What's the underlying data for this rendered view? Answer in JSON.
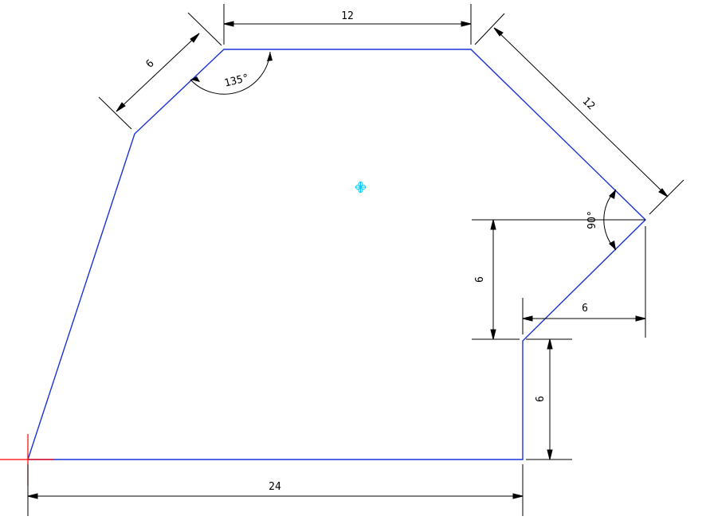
{
  "colors": {
    "background": "#ffffff",
    "profile": "#1a33d9",
    "dimension": "#000000",
    "origin_marker": "#ff0000",
    "center_marker": "#00c8ff"
  },
  "dimensions": {
    "top_edge": "12",
    "top_left_chamfer": "6",
    "right_slant": "12",
    "right_vertical": "6",
    "notch_horizontal": "6",
    "lower_right_vertical": "6",
    "bottom_edge": "24"
  },
  "angles": {
    "top_left": "135°",
    "right": "90°"
  },
  "icons": {
    "origin": "crosshair-icon",
    "center": "snap-center-icon"
  }
}
